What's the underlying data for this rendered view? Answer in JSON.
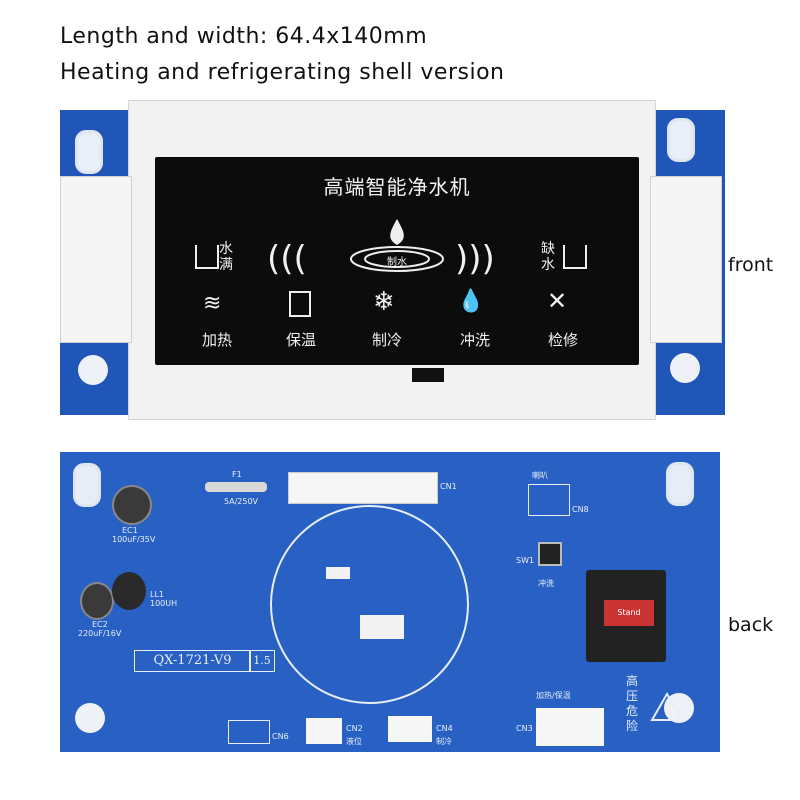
{
  "captions": {
    "dimensions": "Length and width: 64.4x140mm",
    "version": "Heating and refrigerating shell version"
  },
  "labels": {
    "front": "front",
    "back": "back"
  },
  "front_panel": {
    "title": "高端智能净水机",
    "water_full": "水满",
    "water_low": "缺水",
    "center_badge": "制水",
    "functions": [
      "加热",
      "保温",
      "制冷",
      "冲洗",
      "检修"
    ]
  },
  "back_board": {
    "model_box": "QX-1721-V9",
    "revision": "1.5",
    "fuse_label": "F1",
    "fuse_rating": "5A/250V",
    "cn1": "CN1",
    "ec1": "EC1",
    "ec1_rating": "100uF/35V",
    "ec2": "EC2",
    "ec2_rating": "220uF/16V",
    "ll1": "LL1",
    "ll1_rating": "100UH",
    "speaker": "喇叭",
    "cn8": "CN8",
    "sw1": "SW1",
    "flush": "冲洗",
    "relay_brand": "Stand",
    "cn6": "CN6",
    "cn2": "CN2",
    "level": "液位",
    "cn4": "CN4",
    "cooling": "制冷",
    "cn3": "CN3",
    "heat_keep": "加热/保温",
    "warning": "高压危险"
  },
  "colors": {
    "pcb_blue": "#2860c4",
    "panel_black": "#0c0c0c",
    "shell_white": "#f2f2f2"
  }
}
